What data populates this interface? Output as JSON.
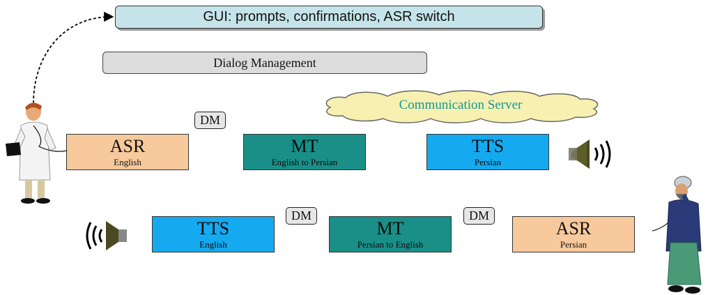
{
  "gui_bar": {
    "label": "GUI: prompts, confirmations, ASR switch"
  },
  "dialog_management": {
    "label": "Dialog Management"
  },
  "communication_server": {
    "label": "Communication Server"
  },
  "top_row": [
    {
      "title": "ASR",
      "subtitle": "English"
    },
    {
      "title": "MT",
      "subtitle": "English to Persian"
    },
    {
      "title": "TTS",
      "subtitle": "Persian"
    }
  ],
  "bottom_row": [
    {
      "title": "TTS",
      "subtitle": "English"
    },
    {
      "title": "MT",
      "subtitle": "Persian to English"
    },
    {
      "title": "ASR",
      "subtitle": "Persian"
    }
  ],
  "dm_chips": [
    "DM",
    "DM",
    "DM"
  ],
  "colors": {
    "asr": "#f8c99c",
    "mt": "#1a8f88",
    "tts": "#15aaf0",
    "gui": "#c5e4e9",
    "dialog": "#dcdcdc",
    "cloud": "#f8f0b0",
    "cloud_text": "#0f9a9a"
  },
  "icons": [
    "doctor-figure",
    "patient-figure",
    "speaker-icon-right",
    "speaker-icon-left"
  ]
}
